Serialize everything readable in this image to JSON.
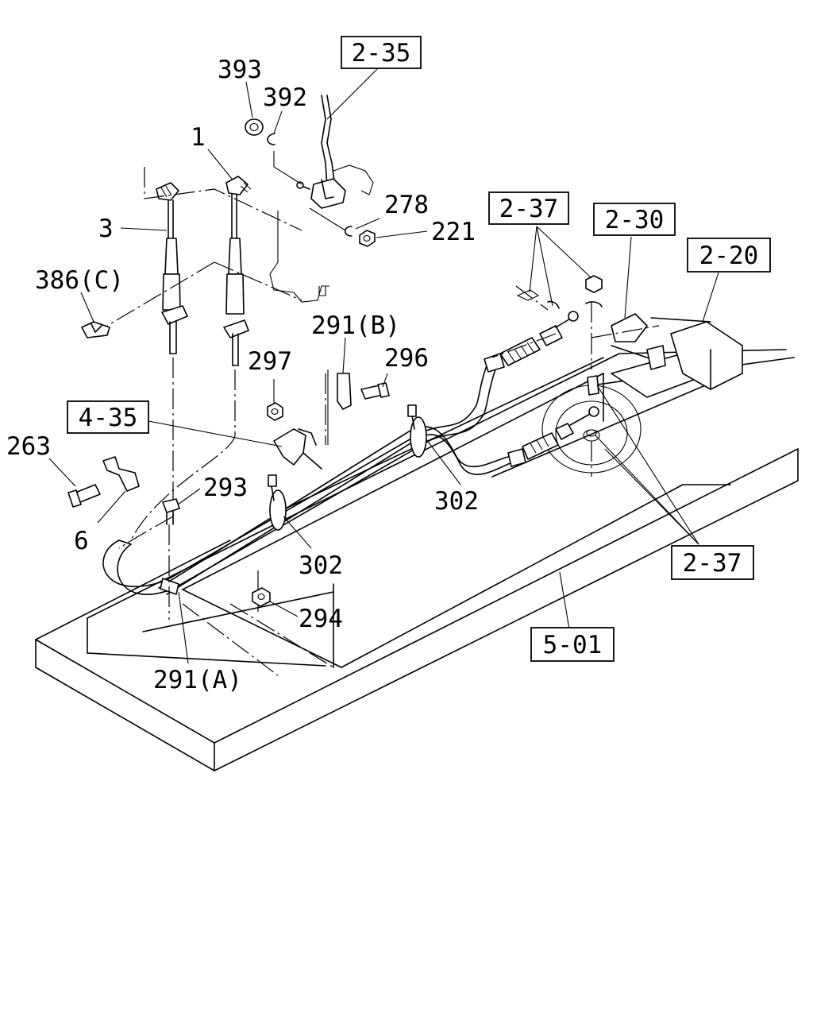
{
  "references": {
    "ref_2_35": "2-35",
    "ref_2_37_top": "2-37",
    "ref_2_30": "2-30",
    "ref_2_20": "2-20",
    "ref_4_35": "4-35",
    "ref_2_37_bottom": "2-37",
    "ref_5_01": "5-01"
  },
  "parts": {
    "p393": "393",
    "p392": "392",
    "p1": "1",
    "p278": "278",
    "p221": "221",
    "p3": "3",
    "p386c": "386(C)",
    "p291b": "291(B)",
    "p297": "297",
    "p296": "296",
    "p263": "263",
    "p293": "293",
    "p302a": "302",
    "p302b": "302",
    "p6": "6",
    "p294": "294",
    "p291a": "291(A)"
  }
}
